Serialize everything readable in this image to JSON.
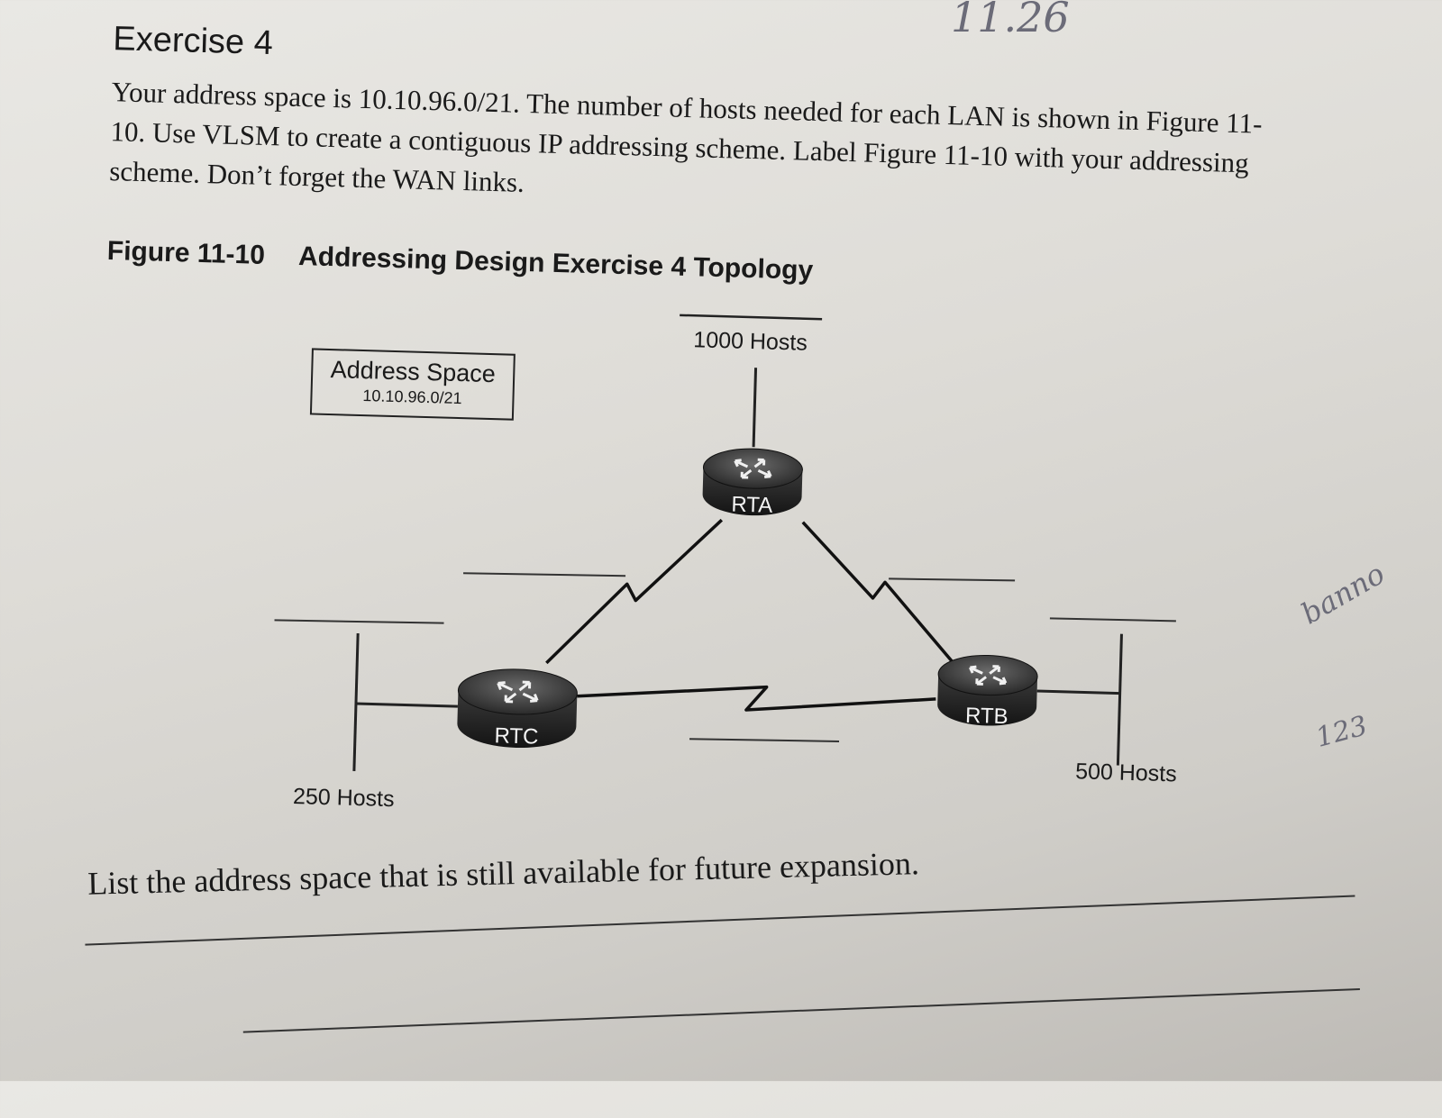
{
  "exercise": {
    "title": "Exercise 4",
    "prompt": "Your address space is 10.10.96.0/21. The number of hosts needed for each LAN is shown in Figure 11-10. Use VLSM to create a contiguous IP addressing scheme. Label Figure 11-10 with your addressing scheme. Don’t forget the WAN links."
  },
  "figure": {
    "number": "Figure 11-10",
    "title": "Addressing Design Exercise 4 Topology",
    "address_box": {
      "title": "Address Space",
      "value": "10.10.96.0/21"
    },
    "routers": [
      {
        "name": "RTA"
      },
      {
        "name": "RTB"
      },
      {
        "name": "RTC"
      }
    ],
    "lans": {
      "rta": "1000 Hosts",
      "rtb": "500 Hosts",
      "rtc": "250 Hosts"
    }
  },
  "question": "List the address space that is still available for future expansion.",
  "handwriting": {
    "top_right": "11.26",
    "right_margin": "123",
    "right_note": "banno"
  }
}
